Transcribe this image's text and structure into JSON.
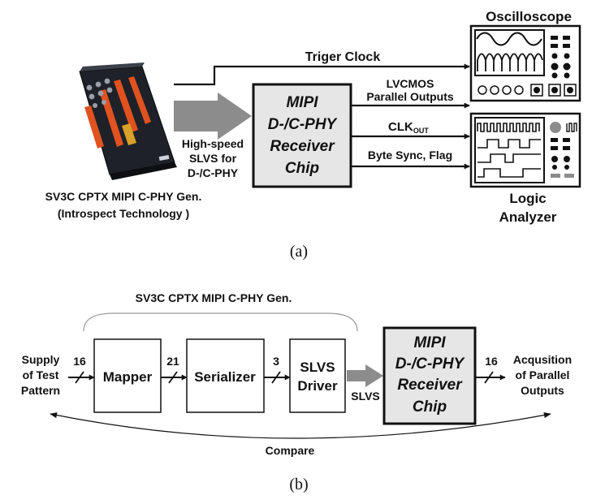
{
  "colors": {
    "ink": "#111111",
    "chip_fill": "#e6e6e6",
    "arrow_gray": "#8c8c8c",
    "device_body": "#1e2128",
    "device_accent": "#e0521f"
  },
  "panel_a": {
    "trigger_clock": "Triger Clock",
    "lvcmos": "LVCMOS",
    "parallel_outputs": "Parallel Outputs",
    "clk_main": "CLK",
    "clk_sub": "OUT",
    "byte_sync": "Byte Sync, Flag",
    "slvs_line1": "High-speed",
    "slvs_line2": "SLVS for",
    "slvs_line3": "D-/C-PHY",
    "chip_line1": "MIPI",
    "chip_line2": "D-/C-PHY",
    "chip_line3": "Receiver",
    "chip_line4": "Chip",
    "generator_line1": "SV3C CPTX MIPI C-PHY Gen.",
    "generator_line2": "(Introspect Technology )",
    "oscilloscope": "Oscilloscope",
    "logic_line1": "Logic",
    "logic_line2": "Analyzer",
    "generator_icon": "cphy-generator-device-icon",
    "oscilloscope_icon": "oscilloscope-icon",
    "logic_icon": "logic-analyzer-icon",
    "caption": "(a)"
  },
  "panel_b": {
    "gen_label": "SV3C CPTX MIPI C-PHY Gen.",
    "supply_line1": "Supply",
    "supply_line2": "of Test",
    "supply_line3": "Pattern",
    "bus_in": "16",
    "mapper": "Mapper",
    "bus_mapper": "21",
    "serializer": "Serializer",
    "bus_serializer": "3",
    "driver_line1": "SLVS",
    "driver_line2": "Driver",
    "slvs": "SLVS",
    "chip_line1": "MIPI",
    "chip_line2": "D-/C-PHY",
    "chip_line3": "Receiver",
    "chip_line4": "Chip",
    "bus_out": "16",
    "acq_line1": "Acqusition",
    "acq_line2": "of Parallel",
    "acq_line3": "Outputs",
    "compare": "Compare",
    "caption": "(b)"
  }
}
